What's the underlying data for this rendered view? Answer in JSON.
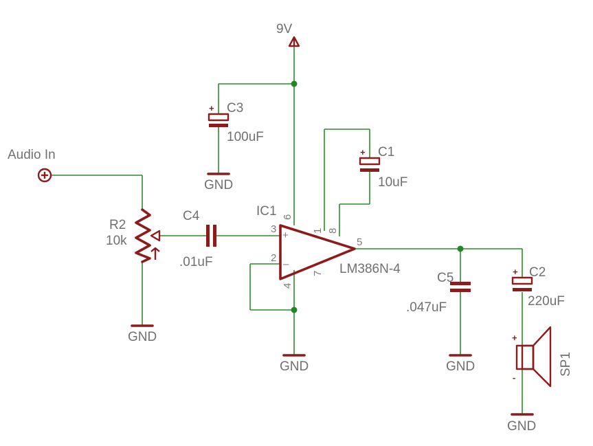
{
  "supply": {
    "label": "9V"
  },
  "input": {
    "label": "Audio In"
  },
  "ground_label": "GND",
  "components": {
    "c3": {
      "ref": "C3",
      "value": "100uF",
      "polarity": "+"
    },
    "c1": {
      "ref": "C1",
      "value": "10uF",
      "polarity": "+"
    },
    "c2": {
      "ref": "C2",
      "value": "220uF",
      "polarity": "+"
    },
    "c4": {
      "ref": "C4",
      "value": ".01uF"
    },
    "c5": {
      "ref": "C5",
      "value": ".047uF"
    },
    "r2": {
      "ref": "R2",
      "value": "10k"
    },
    "ic1": {
      "ref": "IC1",
      "value": "LM386N-4"
    },
    "sp1": {
      "ref": "SP1",
      "plus": "+",
      "minus": "-"
    }
  },
  "pins": {
    "p1": "1",
    "p2": "2",
    "p3": "3",
    "p4": "4",
    "p5": "5",
    "p6": "6",
    "p7": "7",
    "p8": "8",
    "plus": "+",
    "minus": "–"
  },
  "colors": {
    "wire": "#2c8a2c",
    "symbol": "#8c1b1b",
    "junction": "#1f8a1f",
    "text": "#707070"
  }
}
